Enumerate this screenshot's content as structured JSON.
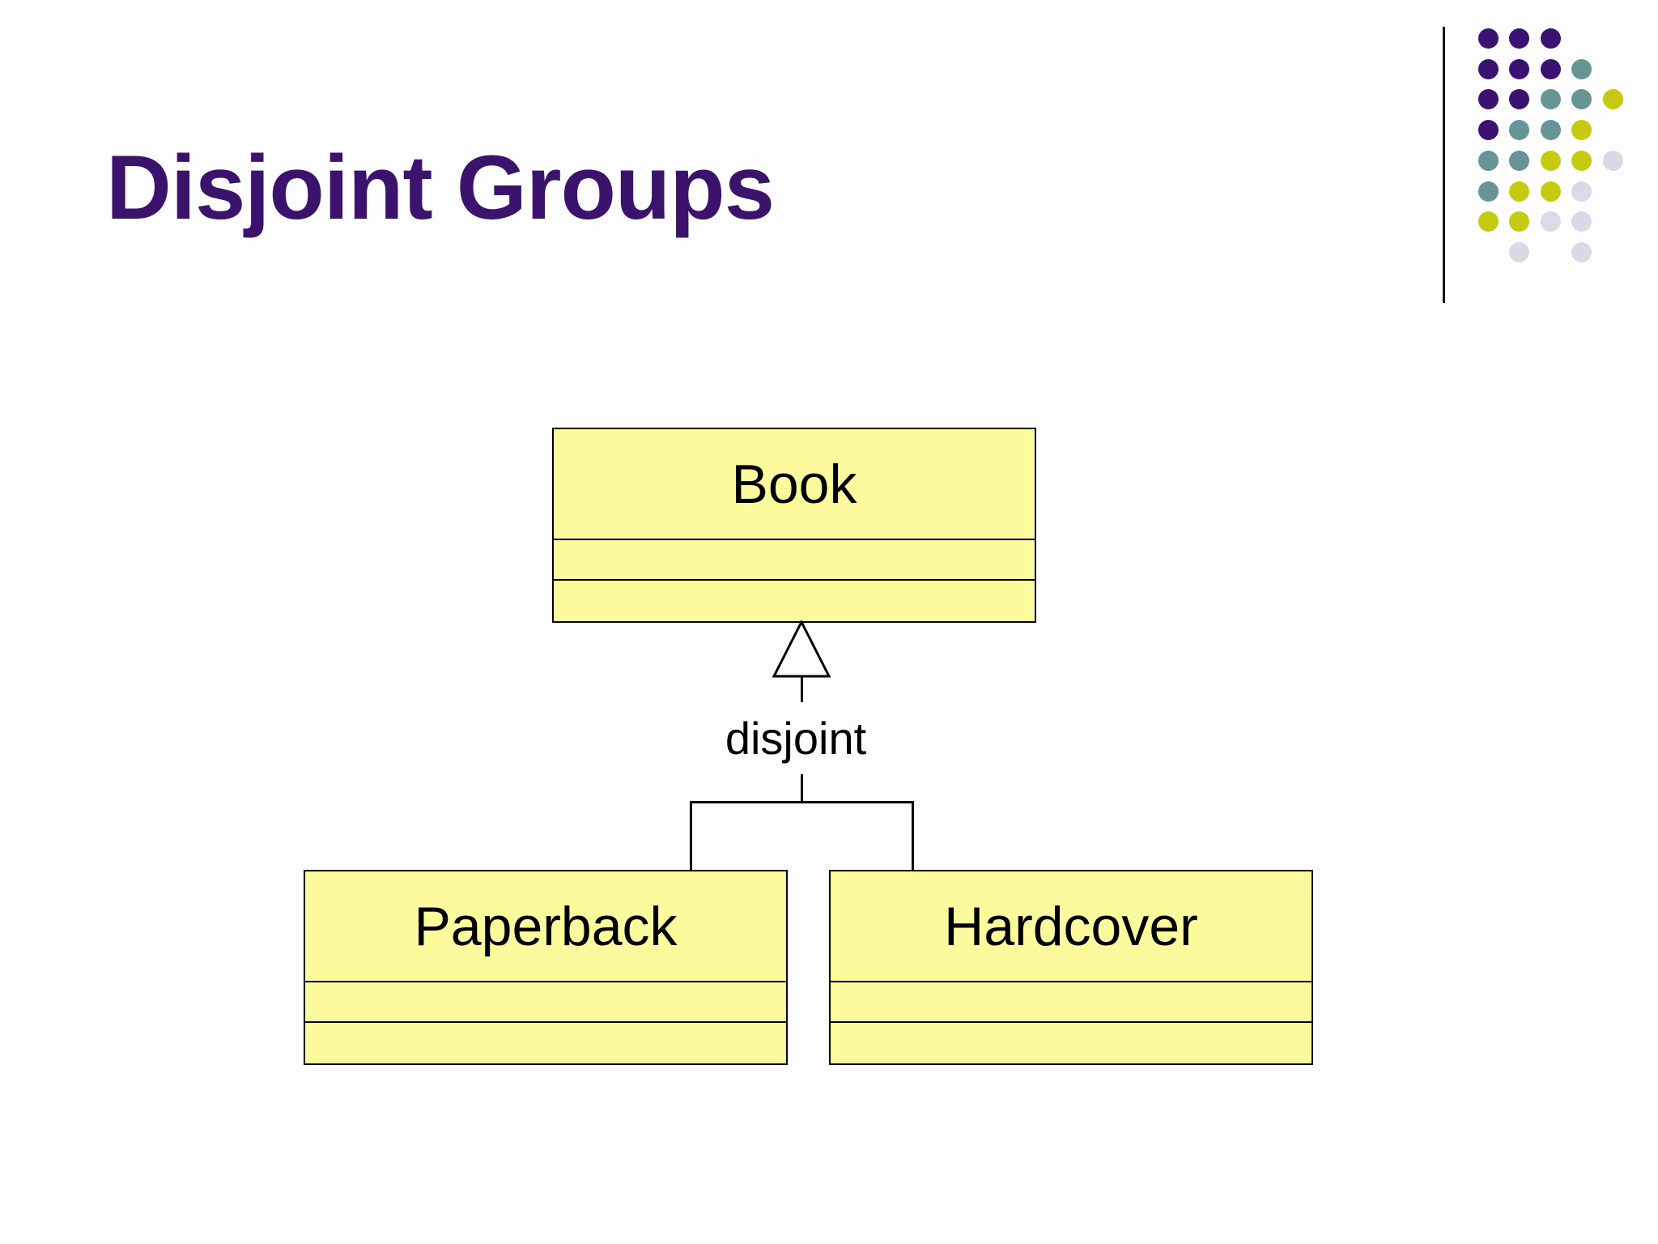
{
  "slide": {
    "title": "Disjoint Groups",
    "title_color": "#3B136D",
    "background_color": "#FDFDFD"
  },
  "diagram": {
    "type": "uml-class-diagram",
    "box_fill_color": "#FBFB9E",
    "box_border_color": "#000000",
    "classes": [
      {
        "name": "Book",
        "attributes": "",
        "operations": ""
      },
      {
        "name": "Paperback",
        "attributes": "",
        "operations": ""
      },
      {
        "name": "Hardcover",
        "attributes": "",
        "operations": ""
      }
    ],
    "relationship": {
      "type": "generalization",
      "label": "disjoint",
      "parent": "Book",
      "children": [
        "Paperback",
        "Hardcover"
      ],
      "arrow_icon": "hollow-triangle-up"
    }
  },
  "decoration": {
    "vertical_rule_color": "#151515",
    "dot_colors": {
      "purple": "#3B1172",
      "teal": "#679495",
      "yellow": "#C6CB11",
      "lavender": "#DADAE7"
    },
    "dot_grid": [
      [
        "purple",
        "purple",
        "purple",
        "",
        ""
      ],
      [
        "purple",
        "purple",
        "purple",
        "teal",
        ""
      ],
      [
        "purple",
        "purple",
        "teal",
        "teal",
        "yellow"
      ],
      [
        "purple",
        "teal",
        "teal",
        "yellow",
        ""
      ],
      [
        "teal",
        "teal",
        "yellow",
        "yellow",
        "lavender"
      ],
      [
        "teal",
        "yellow",
        "yellow",
        "lavender",
        ""
      ],
      [
        "yellow",
        "yellow",
        "lavender",
        "lavender",
        ""
      ],
      [
        "",
        "lavender",
        "",
        "lavender",
        ""
      ]
    ]
  }
}
